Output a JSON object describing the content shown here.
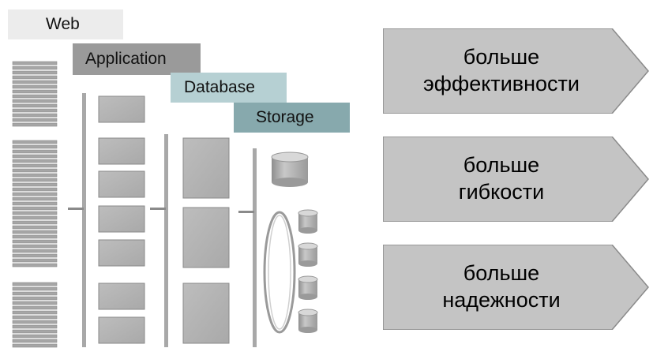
{
  "tiers": {
    "web": "Web",
    "application": "Application",
    "database": "Database",
    "storage": "Storage"
  },
  "benefits": [
    {
      "line1": "больше",
      "line2": "эффективности"
    },
    {
      "line1": "больше",
      "line2": "гибкости"
    },
    {
      "line1": "больше",
      "line2": "надежности"
    }
  ],
  "colors": {
    "web_tier": "#ececec",
    "application_tier": "#9a9a9a",
    "database_tier": "#b6d0d3",
    "storage_tier": "#87a9ad",
    "arrow_fill": "#c4c4c4",
    "block_fill": "#b4b4b4"
  }
}
